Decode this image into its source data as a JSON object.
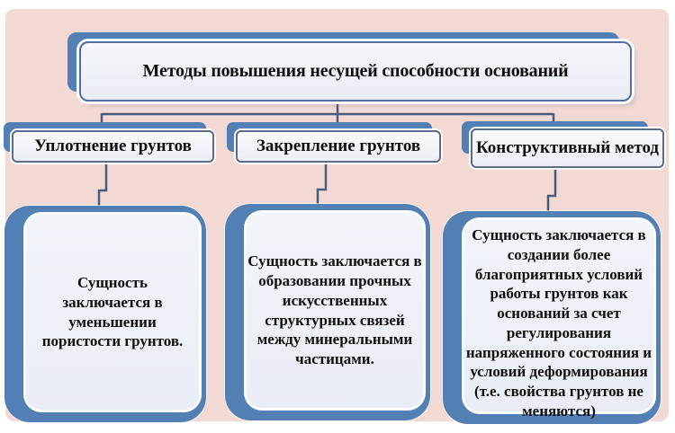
{
  "diagram": {
    "title": "Методы повышения несущей способности оснований",
    "categories": [
      {
        "label": "Уплотнение грунтов",
        "description": "Сущность заключается в уменьшении пористости грунтов."
      },
      {
        "label": "Закрепление грунтов",
        "description": "Сущность заключается в образовании прочных искусственных структурных связей между минеральными частицами."
      },
      {
        "label": "Конструктивный метод",
        "description": "Сущность заключается в создании более благоприятных условий работы грунтов как оснований за счет регулирования напряженного состояния и условий деформирования (т.е. свойства грунтов не меняются)"
      }
    ],
    "colors": {
      "background": "#f3d9d4",
      "shape_blue": "#5380b4",
      "shape_fill": "#edf0f7",
      "connector": "#4a5c7e",
      "text": "#101010"
    }
  }
}
